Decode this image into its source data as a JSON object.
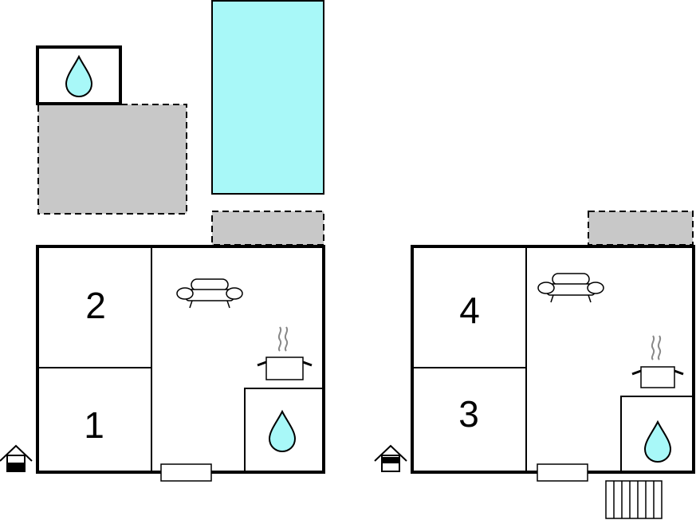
{
  "floorplan": {
    "left_unit": {
      "rooms": [
        {
          "label": "2"
        },
        {
          "label": "1"
        }
      ],
      "icons": [
        "sofa-icon",
        "cooking-pot-icon",
        "water-drop-icon",
        "house-entrance-icon",
        "window-icon"
      ]
    },
    "right_unit": {
      "rooms": [
        {
          "label": "4"
        },
        {
          "label": "3"
        }
      ],
      "icons": [
        "sofa-icon",
        "cooking-pot-icon",
        "water-drop-icon",
        "house-entrance-icon",
        "window-icon",
        "stairs-icon"
      ]
    },
    "outdoor": {
      "icons": [
        "pool-area",
        "terrace-area",
        "water-drop-icon"
      ]
    },
    "colors": {
      "water": "#a8f8f8",
      "terrace": "#c8c8c8",
      "wall": "#000000"
    }
  }
}
